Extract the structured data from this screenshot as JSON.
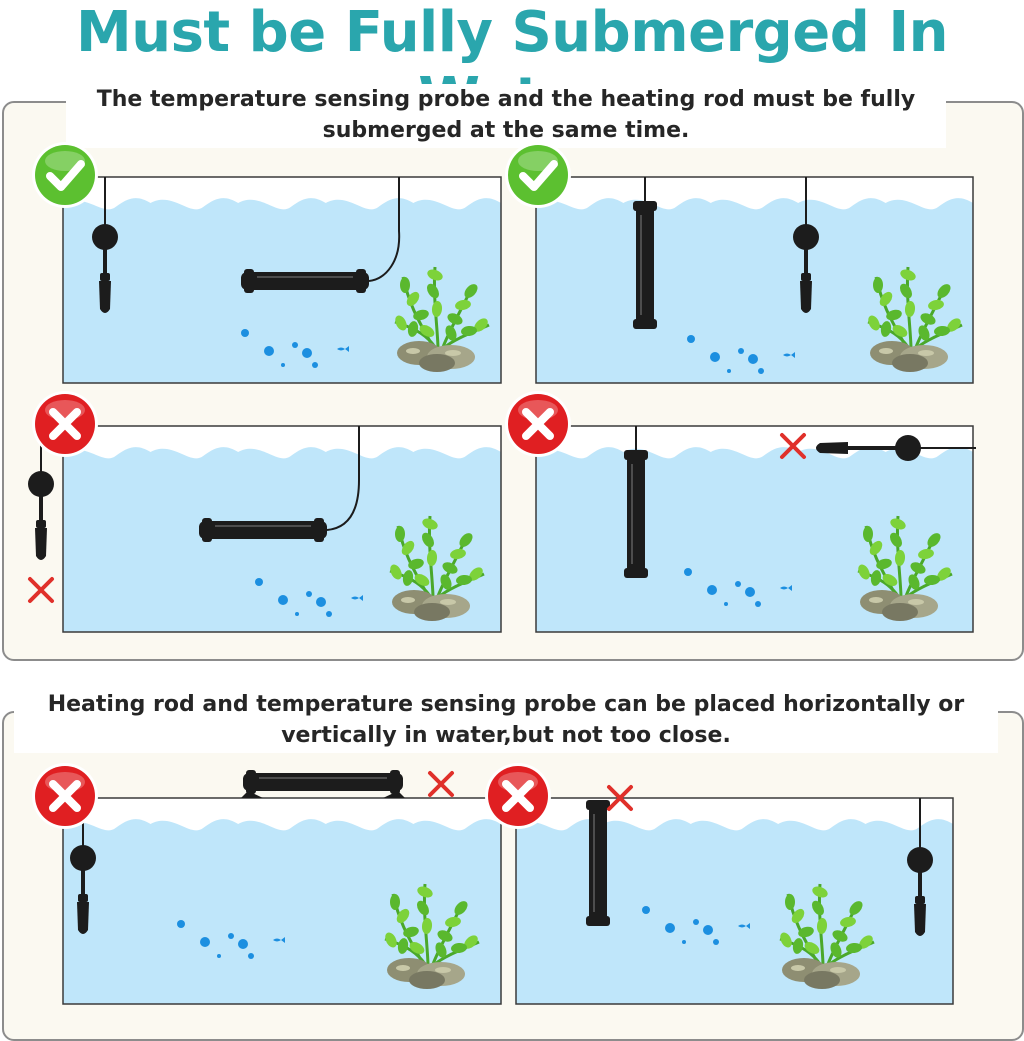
{
  "title": "Must be Fully Submerged In Water",
  "sections": [
    {
      "heading_lines": [
        "The temperature sensing probe and the heating rod must be fully",
        "submerged at the same time."
      ]
    },
    {
      "heading_lines": [
        "Heating rod and temperature sensing probe can be placed horizontally or",
        "vertically in water,but not too close."
      ]
    }
  ],
  "panels": [
    {
      "status": "correct",
      "scenario": "probe-vertical-rod-horizontal-both-submerged"
    },
    {
      "status": "correct",
      "scenario": "rod-vertical-probe-vertical-both-submerged"
    },
    {
      "status": "incorrect",
      "scenario": "probe-outside-tank"
    },
    {
      "status": "incorrect",
      "scenario": "probe-above-water"
    },
    {
      "status": "incorrect",
      "scenario": "rod-above-tank"
    },
    {
      "status": "incorrect",
      "scenario": "rod-partially-above-water"
    }
  ],
  "colors": {
    "title": "#2aa6ad",
    "water": "#bfe6fa",
    "tank_border": "#3a3a3a",
    "correct_badge": "#5cc030",
    "incorrect_badge": "#e01f22",
    "x_mark": "#e0302a",
    "device": "#1c1c1c"
  }
}
